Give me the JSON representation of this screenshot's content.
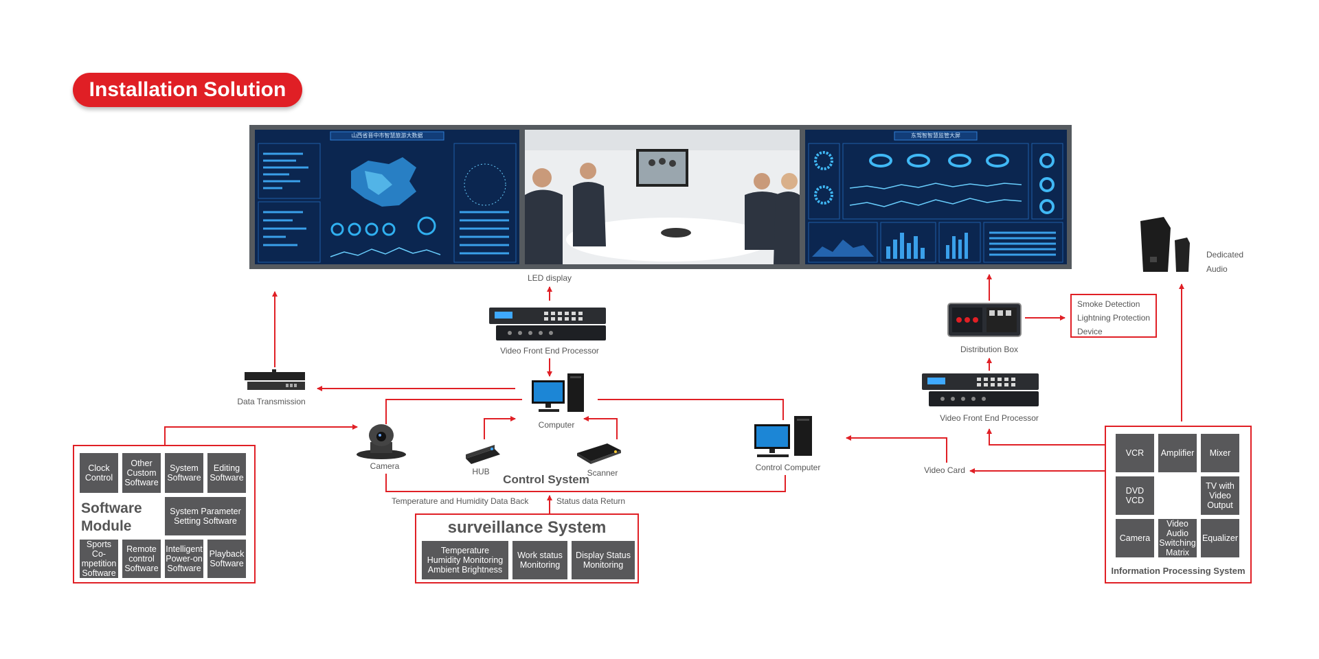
{
  "title": "Installation Solution",
  "labels": {
    "led_display": "LED display",
    "vfep_1": "Video Front End Processor",
    "vfep_2": "Video Front End Processor",
    "data_transmission": "Data Transmission",
    "computer": "Computer",
    "camera": "Camera",
    "hub": "HUB",
    "scanner": "Scanner",
    "control_computer": "Control Computer",
    "video_card": "Video Card",
    "distribution_box": "Distribution Box",
    "dedicated_audio_1": "Dedicated",
    "dedicated_audio_2": "Audio",
    "control_system": "Control System",
    "temp_humidity_back": "Temperature and Humidity Data Back",
    "status_return": "Status data Return",
    "smoke_1": "Smoke Detection",
    "smoke_2": "Lightning Protection",
    "smoke_3": "Device"
  },
  "panel_titles": {
    "left": "山西省晋中市智慧旅游大数据",
    "right": "东驾智智慧监管大屏"
  },
  "software_module": {
    "heading_1": "Software",
    "heading_2": "Module",
    "tiles": {
      "clock": "Clock Control",
      "other": "Other Custom Software",
      "system": "System Software",
      "editing": "Editing Software",
      "sysparam": "System Parameter Setting Software",
      "sports": "Sports Co-mpetition Software",
      "remote": "Remote control Software",
      "intelligent": "Intelligent Power-on Software",
      "playback": "Playback Software"
    }
  },
  "surveillance": {
    "heading": "surveillance System",
    "tiles": {
      "temp": "Temperature Humidity Monitoring Ambient Brightness",
      "work": "Work status Monitoring",
      "display": "Display Status Monitoring"
    }
  },
  "info_processing": {
    "heading": "Information Processing System",
    "tiles": {
      "vcr": "VCR",
      "amplifier": "Amplifier",
      "mixer": "Mixer",
      "dvd": "DVD VCD",
      "tv": "TV with Video Output",
      "camera": "Camera",
      "matrix": "Video Audio Switching Matrix",
      "equalizer": "Equalizer"
    }
  },
  "colors": {
    "accent": "#e01f25",
    "tile": "#58585a",
    "screen": "#0c2a55"
  }
}
